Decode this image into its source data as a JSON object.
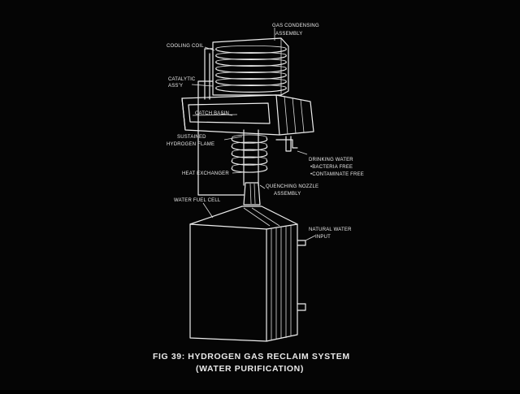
{
  "diagram": {
    "labels": {
      "gas_condensing": [
        "GAS CONDENSING",
        "ASSEMBLY"
      ],
      "cooling_coil": "COOLING COIL",
      "catalytic_assy": [
        "CATALYTIC",
        "ASS'Y"
      ],
      "catch_basin": "CATCH BASIN",
      "sustained_flame": [
        "SUSTAINED",
        "HYDROGEN FLAME"
      ],
      "drinking_water": [
        "DRINKING WATER",
        "•BACTERIA FREE",
        "•CONTAMINATE FREE"
      ],
      "heat_exchanger": "HEAT EXCHANGER",
      "quenching_nozzle": [
        "QUENCHING NOZZLE",
        "ASSEMBLY"
      ],
      "water_fuel_cell": "WATER FUEL CELL",
      "natural_water": [
        "NATURAL WATER",
        "INPUT"
      ]
    },
    "caption": {
      "line1": "FIG 39: HYDROGEN GAS RECLAIM SYSTEM",
      "line2": "(WATER PURIFICATION)"
    },
    "colors": {
      "background": "#050505",
      "line": "#ededed"
    }
  }
}
